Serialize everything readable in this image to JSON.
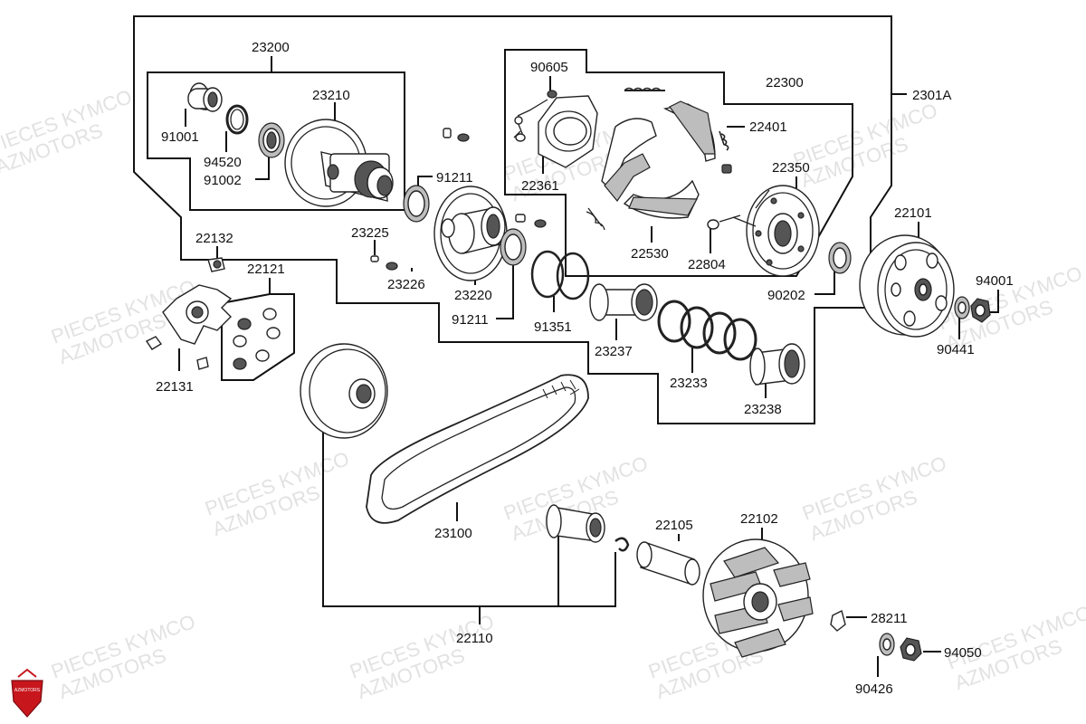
{
  "colors": {
    "line": "#111111",
    "watermark": "#e2e2e2",
    "logo_red": "#c8161d"
  },
  "watermark": {
    "line1": "PIECES KYMCO",
    "line2": "AZMOTORS"
  },
  "logo": {
    "text": "AZMOTORS"
  },
  "labels": {
    "p23200": "23200",
    "p23210": "23210",
    "p91001": "91001",
    "p94520": "94520",
    "p91002": "91002",
    "p91211a": "91211",
    "p23225": "23225",
    "p23226": "23226",
    "p23220": "23220",
    "p91211b": "91211",
    "p91351": "91351",
    "p23237": "23237",
    "p23233": "23233",
    "p23238": "23238",
    "p90605": "90605",
    "p22361": "22361",
    "p22300": "22300",
    "p22401": "22401",
    "p22350": "22350",
    "p22530": "22530",
    "p22804": "22804",
    "p90202": "90202",
    "p2301A": "2301A",
    "p22101": "22101",
    "p94001": "94001",
    "p90441": "90441",
    "p22132": "22132",
    "p22121": "22121",
    "p22131": "22131",
    "p23100": "23100",
    "p22105": "22105",
    "p22102": "22102",
    "p22110": "22110",
    "p28211": "28211",
    "p94050": "94050",
    "p90426": "90426"
  }
}
